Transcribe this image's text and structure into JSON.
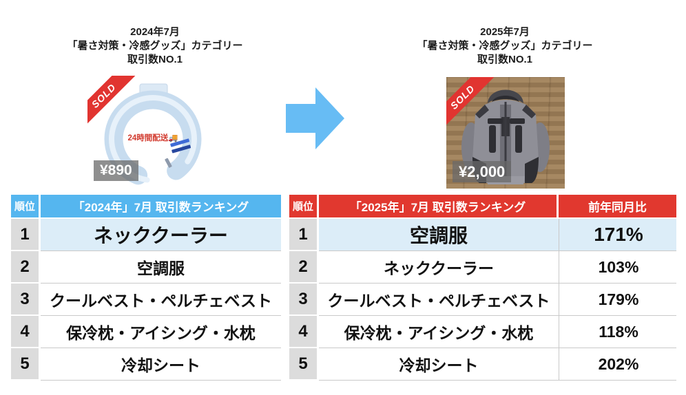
{
  "colors": {
    "blue_header": "#55B6EF",
    "red_header": "#E1382F",
    "highlight_row": "#DCEDF8",
    "rank_cell_gray": "#DCDCDC",
    "arrow_blue": "#67BCF4",
    "sold_ribbon_red": "#E13430",
    "price_badge_gray": "rgba(105,105,105,0.75)"
  },
  "left_panel": {
    "title_line1": "2024年7月",
    "title_line2": "「暑さ対策・冷感グッズ」カテゴリー",
    "title_line3": "取引数NO.1",
    "product": {
      "sold_label": "SOLD",
      "shipping_note": "24時間配送🚚",
      "price": "¥890",
      "description": "light-blue neck cooler ring"
    },
    "table": {
      "rank_header": "順位",
      "main_header": "「2024年」7月 取引数ランキング",
      "rows": [
        {
          "rank": "1",
          "item": "ネッククーラー"
        },
        {
          "rank": "2",
          "item": "空調服"
        },
        {
          "rank": "3",
          "item": "クールベスト・ペルチェベスト"
        },
        {
          "rank": "4",
          "item": "保冷枕・アイシング・水枕"
        },
        {
          "rank": "5",
          "item": "冷却シート"
        }
      ]
    }
  },
  "right_panel": {
    "title_line1": "2025年7月",
    "title_line2": "「暑さ対策・冷感グッズ」カテゴリー",
    "title_line3": "取引数NO.1",
    "product": {
      "sold_label": "SOLD",
      "price": "¥2,000",
      "description": "gray hooded fan-cooled vest on wooden floor"
    },
    "table": {
      "rank_header": "順位",
      "main_header": "「2025年」7月 取引数ランキング",
      "yoy_header": "前年同月比",
      "rows": [
        {
          "rank": "1",
          "item": "空調服",
          "yoy": "171%"
        },
        {
          "rank": "2",
          "item": "ネッククーラー",
          "yoy": "103%"
        },
        {
          "rank": "3",
          "item": "クールベスト・ペルチェベスト",
          "yoy": "179%"
        },
        {
          "rank": "4",
          "item": "保冷枕・アイシング・水枕",
          "yoy": "118%"
        },
        {
          "rank": "5",
          "item": "冷却シート",
          "yoy": "202%"
        }
      ]
    }
  }
}
